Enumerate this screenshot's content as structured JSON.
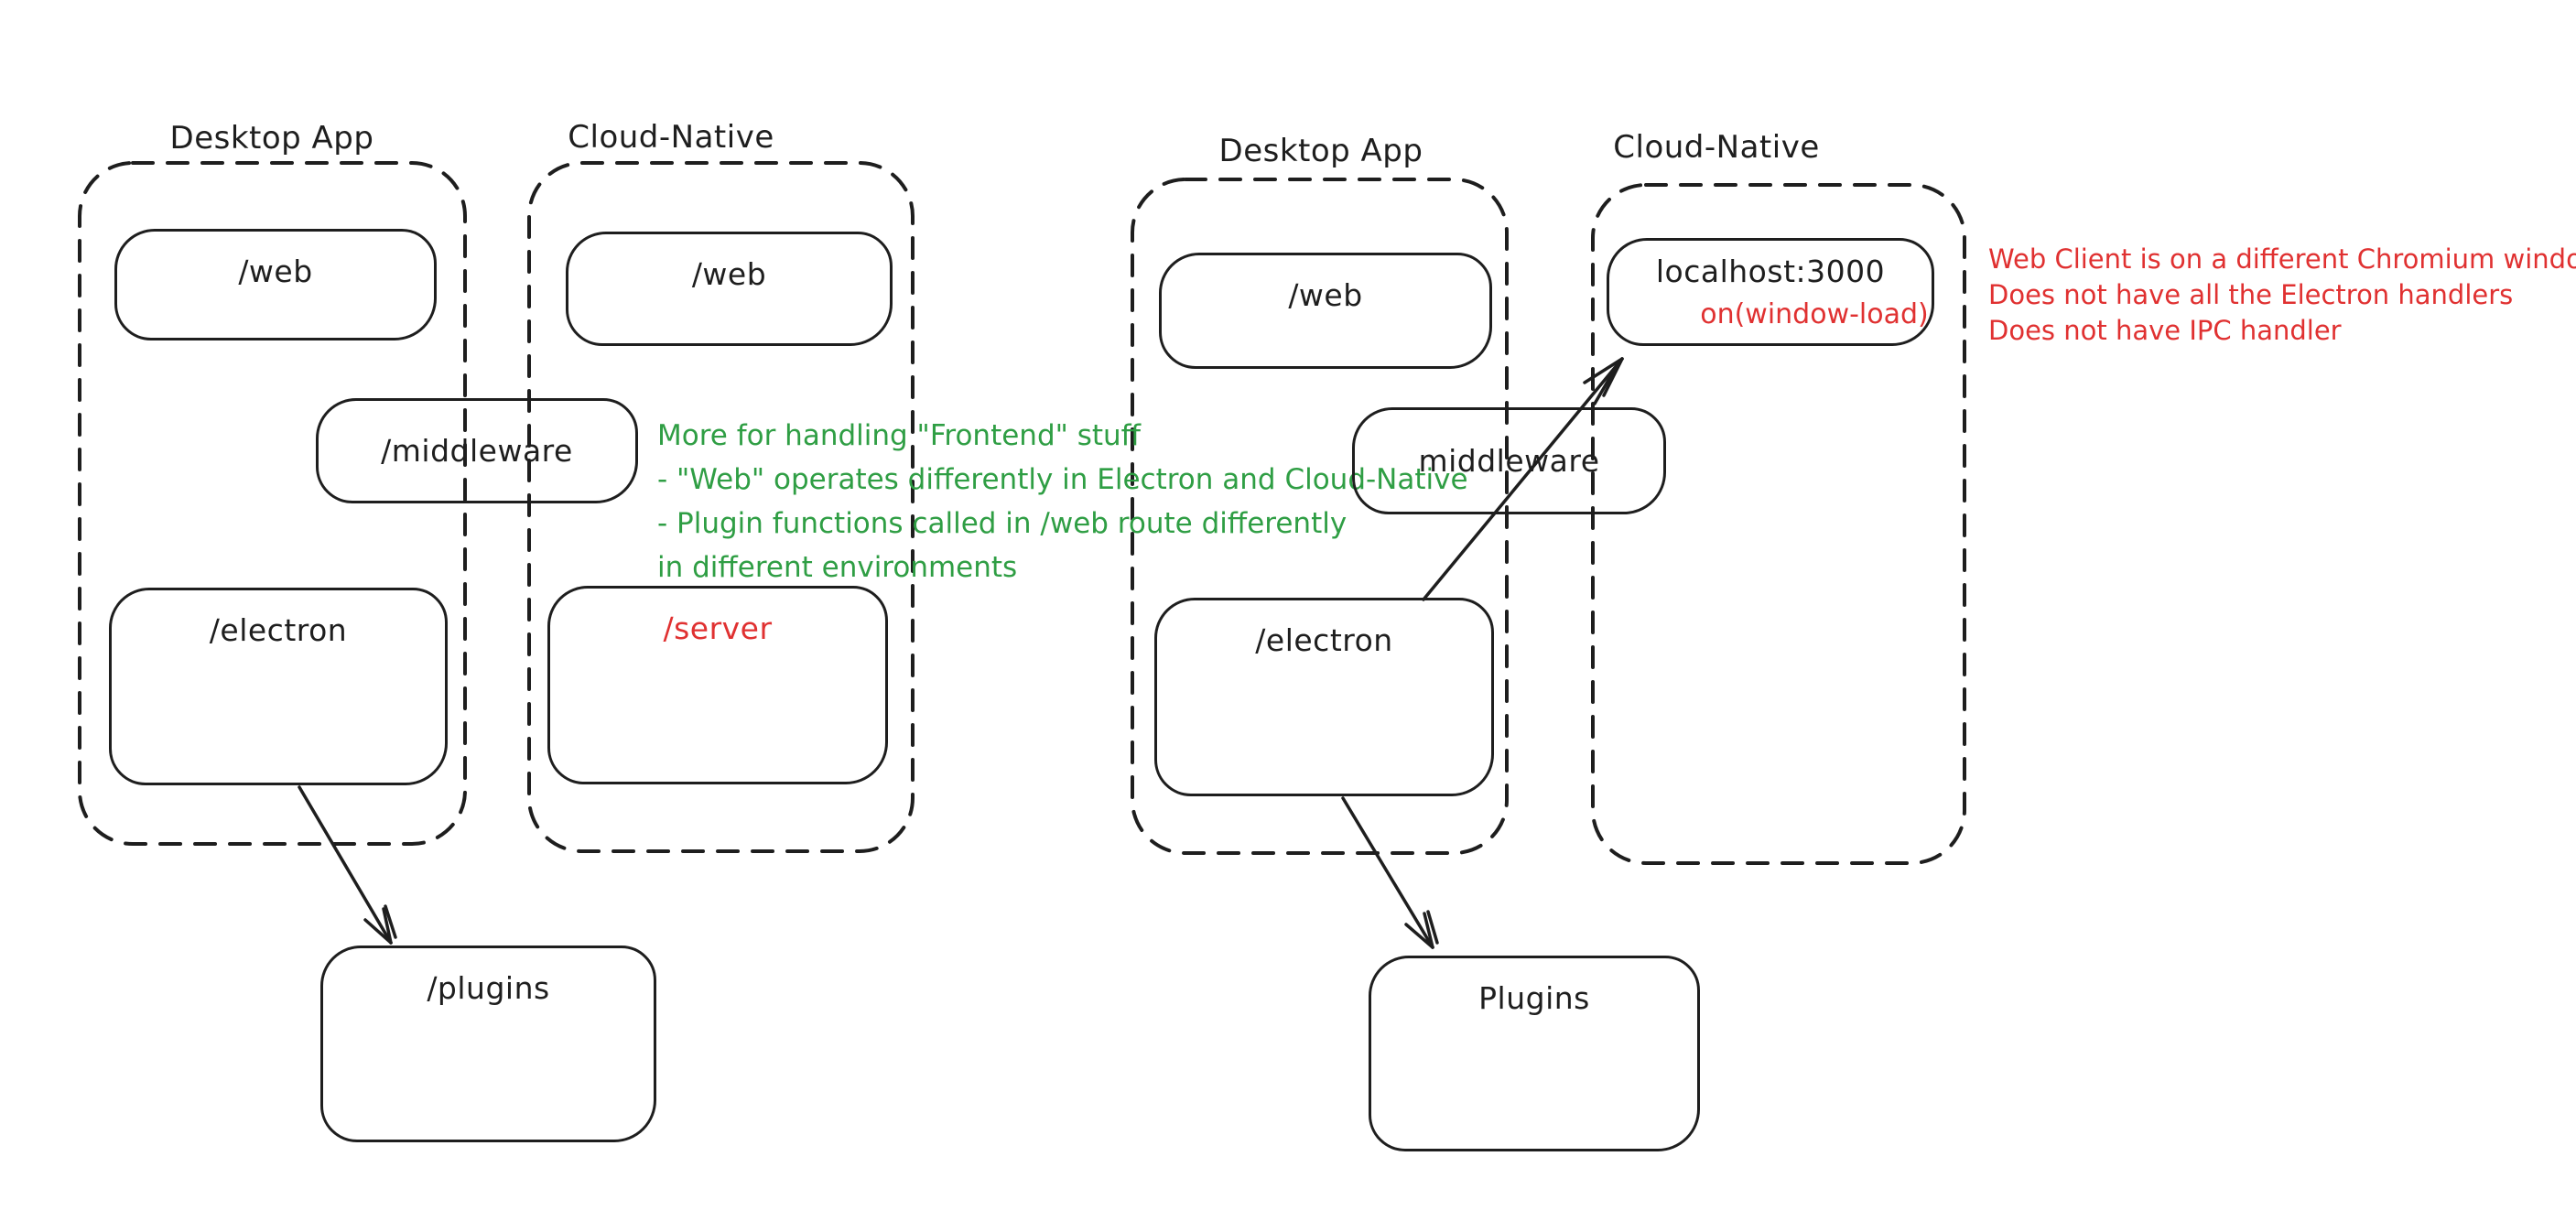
{
  "colors": {
    "ink": "#1e1e1e",
    "red": "#e03131",
    "green": "#2f9e44",
    "background": "#ffffff"
  },
  "left_diagram": {
    "desktop_label": "Desktop App",
    "cloud_label": "Cloud-Native",
    "web_desktop": "/web",
    "web_cloud": "/web",
    "middleware": "/middleware",
    "electron": "/electron",
    "server": "/server",
    "plugins": "/plugins"
  },
  "right_diagram": {
    "desktop_label": "Desktop App",
    "cloud_label": "Cloud-Native",
    "web": "/web",
    "middleware": "middleware",
    "electron": "/electron",
    "localhost": "localhost:3000",
    "window_load": "on(window-load)",
    "plugins": "Plugins"
  },
  "green_note": {
    "lines": [
      "More for handling \"Frontend\" stuff",
      "- \"Web\" operates differently in Electron and Cloud-Native",
      "- Plugin functions called in /web route differently",
      "in different environments"
    ]
  },
  "red_note": {
    "lines": [
      "Web Client is on a different Chromium window",
      "Does not have all the Electron handlers",
      "Does not have IPC handler"
    ]
  }
}
